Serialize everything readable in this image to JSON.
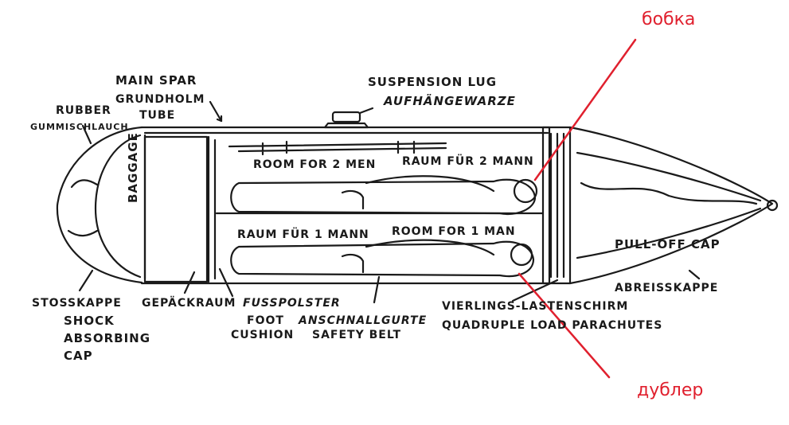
{
  "colors": {
    "ink": "#1a1a1a",
    "annotation": "#e0202e",
    "background": "#ffffff"
  },
  "labels": {
    "main_spar": "MAIN SPAR",
    "grundholm": "GRUNDHOLM",
    "rubber_tube_1": "RUBBER",
    "rubber_tube_2": "TUBE",
    "gummischlauch": "GUMMISCHLAUCH",
    "suspension_lug": "SUSPENSION LUG",
    "aufhaengewarze": "AUFHÄNGEWARZE",
    "room_for_2_men": "ROOM FOR 2 MEN",
    "raum_fuer_2_mann": "RAUM FÜR 2 MANN",
    "raum_fuer_1_mann": "RAUM FÜR 1 MANN",
    "room_for_1_man": "ROOM FOR 1 MAN",
    "baggage": "BAGGAGE",
    "pull_off_cap": "PULL-OFF CAP",
    "abreisskappe": "ABREISSKAPPE",
    "stosskappe": "STOSSKAPPE",
    "shock_1": "SHOCK",
    "shock_2": "ABSORBING",
    "shock_3": "CAP",
    "gepaeckraum": "GEPÄCKRAUM",
    "fusspolster": "FUSSPOLSTER",
    "foot": "FOOT",
    "cushion": "CUSHION",
    "anschnallgurte": "ANSCHNALLGURTE",
    "safety_belt": "SAFETY BELT",
    "vierlings": "VIERLINGS-LASTENSCHIRM",
    "quadruple": "QUADRUPLE LOAD PARACHUTES"
  },
  "annotations": {
    "top": "бобка",
    "bottom": "дублер"
  }
}
